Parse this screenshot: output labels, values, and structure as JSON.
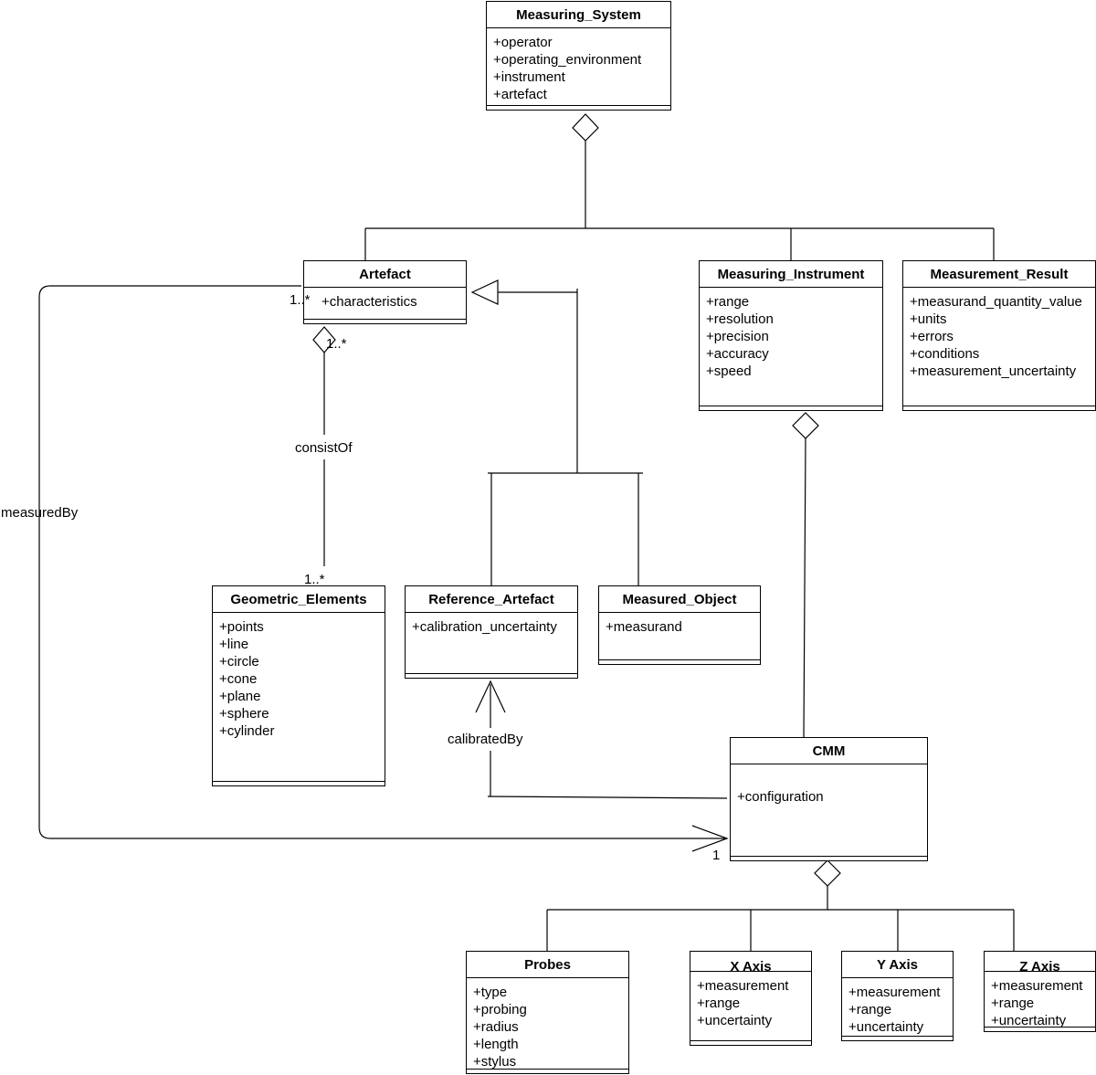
{
  "classes": {
    "measuring_system": {
      "name": "Measuring_System",
      "attributes": [
        "+operator",
        "+operating_environment",
        "+instrument",
        "+artefact"
      ]
    },
    "artefact": {
      "name": "Artefact",
      "attributes": [
        "+characteristics"
      ]
    },
    "measuring_instrument": {
      "name": "Measuring_Instrument",
      "attributes": [
        "+range",
        "+resolution",
        "+precision",
        "+accuracy",
        "+speed"
      ]
    },
    "measurement_result": {
      "name": "Measurement_Result",
      "attributes": [
        "+measurand_quantity_value",
        "+units",
        "+errors",
        " +conditions",
        "+measurement_uncertainty"
      ]
    },
    "geometric_elements": {
      "name": "Geometric_Elements",
      "attributes": [
        "+points",
        "+line",
        "+circle",
        "+cone",
        "+plane",
        "+sphere",
        "+cylinder"
      ]
    },
    "reference_artefact": {
      "name": "Reference_Artefact",
      "attributes": [
        "+calibration_uncertainty"
      ]
    },
    "measured_object": {
      "name": "Measured_Object",
      "attributes": [
        "+measurand"
      ]
    },
    "cmm": {
      "name": "CMM",
      "attributes": [
        "+configuration"
      ]
    },
    "probes": {
      "name": "Probes",
      "attributes": [
        "+type",
        "+probing",
        "+radius",
        "+length",
        "+stylus"
      ]
    },
    "x_axis": {
      "name": "X Axis",
      "attributes": [
        "+measurement",
        "+range",
        "+uncertainty"
      ]
    },
    "y_axis": {
      "name": "Y Axis",
      "attributes": [
        "+measurement",
        "+range",
        "+uncertainty"
      ]
    },
    "z_axis": {
      "name": "Z Axis",
      "attributes": [
        "+measurement",
        "+range",
        "+uncertainty"
      ]
    }
  },
  "labels": {
    "measured_by": "measuredBy",
    "consist_of": "consistOf",
    "calibrated_by": "calibratedBy",
    "artefact_mult_measured": "1..*",
    "artefact_mult_consist": "1..*",
    "geometric_mult": "1..*",
    "cmm_mult": "1"
  }
}
